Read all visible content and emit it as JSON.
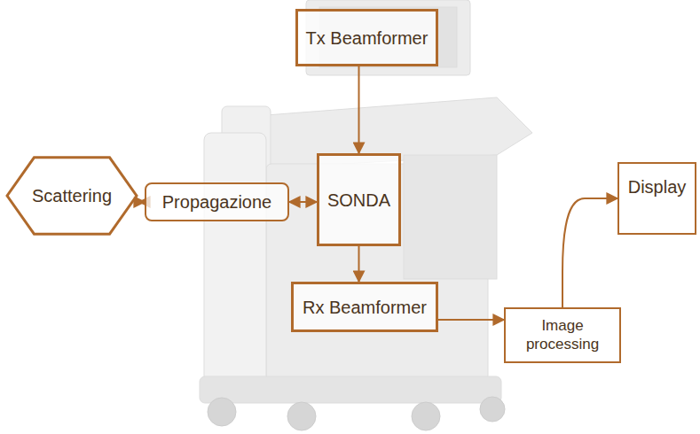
{
  "diagram": {
    "nodes": [
      {
        "text": [
          "Tx Beamformer"
        ]
      },
      {
        "text": [
          "Scattering"
        ]
      },
      {
        "text": [
          "Propagazione"
        ]
      },
      {
        "text": [
          "SONDA"
        ]
      },
      {
        "text": [
          "Rx Beamformer"
        ]
      },
      {
        "text": [
          "Image processing"
        ]
      },
      {
        "text": [
          "Display"
        ]
      }
    ],
    "edges": [
      {
        "from": 0,
        "to": 3,
        "arrow": "to"
      },
      {
        "from": 1,
        "to": 2,
        "arrow": "both"
      },
      {
        "from": 2,
        "to": 3,
        "arrow": "both"
      },
      {
        "from": 3,
        "to": 4,
        "arrow": "to"
      },
      {
        "from": 4,
        "to": 5,
        "arrow": "to"
      },
      {
        "from": 5,
        "to": 6,
        "arrow": "to"
      }
    ]
  }
}
